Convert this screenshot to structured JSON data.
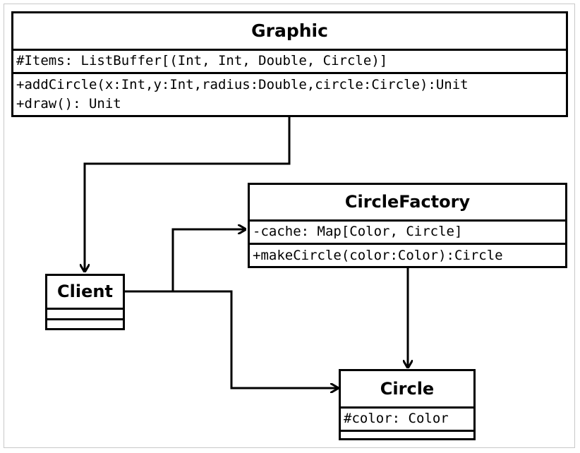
{
  "colors": {
    "stroke": "#000000",
    "background": "#ffffff",
    "frame": "#c8c8c8"
  },
  "classes": {
    "graphic": {
      "name": "Graphic",
      "attributes": [
        "#Items: ListBuffer[(Int, Int, Double, Circle)]"
      ],
      "operations": [
        "+addCircle(x:Int,y:Int,radius:Double,circle:Circle):Unit",
        "+draw(): Unit"
      ]
    },
    "circle_factory": {
      "name": "CircleFactory",
      "attributes": [
        "-cache: Map[Color, Circle]"
      ],
      "operations": [
        "+makeCircle(color:Color):Circle"
      ]
    },
    "client": {
      "name": "Client",
      "attributes": [],
      "operations": []
    },
    "circle": {
      "name": "Circle",
      "attributes": [
        "#color: Color"
      ],
      "operations": []
    }
  },
  "relations": [
    {
      "from": "Graphic",
      "to": "Client",
      "kind": "navigable-association"
    },
    {
      "from": "Client",
      "to": "CircleFactory",
      "kind": "navigable-association"
    },
    {
      "from": "Client",
      "to": "Circle",
      "kind": "navigable-association"
    },
    {
      "from": "CircleFactory",
      "to": "Circle",
      "kind": "navigable-association"
    }
  ]
}
